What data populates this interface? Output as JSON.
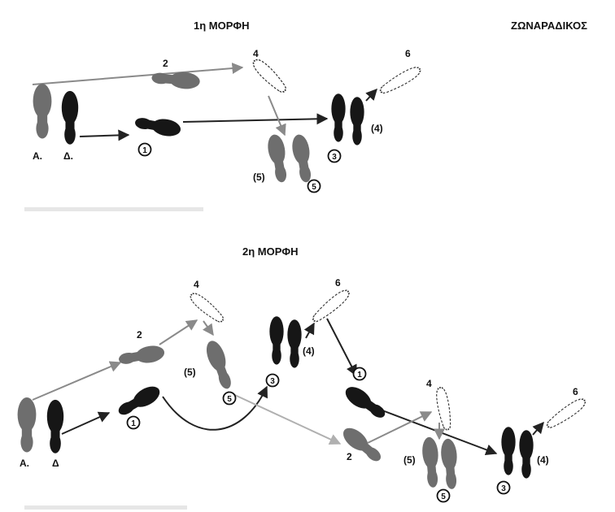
{
  "header": {
    "title_1": "1η ΜΟΡΦΗ",
    "title_2": "2η ΜΟΡΦΗ",
    "name": "ΖΩΝΑΡΑΔΙΚΟΣ"
  },
  "labels": {
    "left": "Α.",
    "right": "Δ.",
    "right_2": "Δ",
    "step_1": "1",
    "step_2": "2",
    "step_3": "3",
    "step_4": "4",
    "step_4p": "(4)",
    "step_5": "5",
    "step_5p": "(5)",
    "step_6": "6"
  },
  "colors": {
    "dark": "#161616",
    "grey": "#6e6e6e",
    "outline": "#333333",
    "arrow_dark": "#222222",
    "arrow_grey": "#8a8a8a",
    "arrow_light": "#b0b0b0"
  }
}
